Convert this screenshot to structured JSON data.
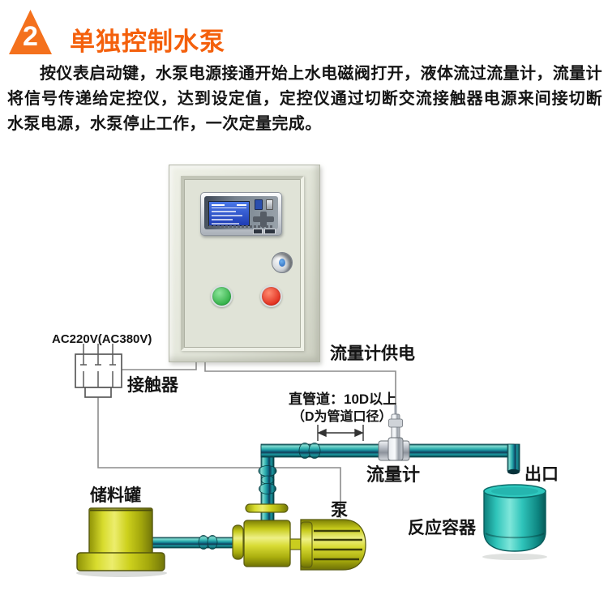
{
  "header": {
    "badge": "2",
    "title": "单独控制水泵"
  },
  "body": {
    "paragraph": "按仪表启动键，水泵电源接通开始上水电磁阀打开，液体流过流量计，流量计将信号传递给定控仪，达到设定值，定控仪通过切断交流接触器电源来间接切断水泵电源，水泵停止工作，一次定量完成。"
  },
  "diagram": {
    "labels": {
      "power": "AC220V(AC380V)",
      "contactor": "接触器",
      "flowmeter_power": "流量计供电",
      "straight_pipe_1": "直管道：10D以上",
      "straight_pipe_2": "（D为管道口径）",
      "flowmeter": "流量计",
      "outlet": "出口",
      "tank": "储料罐",
      "pump": "泵",
      "vessel": "反应容器"
    },
    "colors": {
      "accent_orange": "#f4600c",
      "pipe_teal": "#1aa5a5",
      "machine_yellow": "#c9cd1f",
      "vessel_teal": "#2fc4ba",
      "wire_gray": "#8c8c8c"
    }
  }
}
